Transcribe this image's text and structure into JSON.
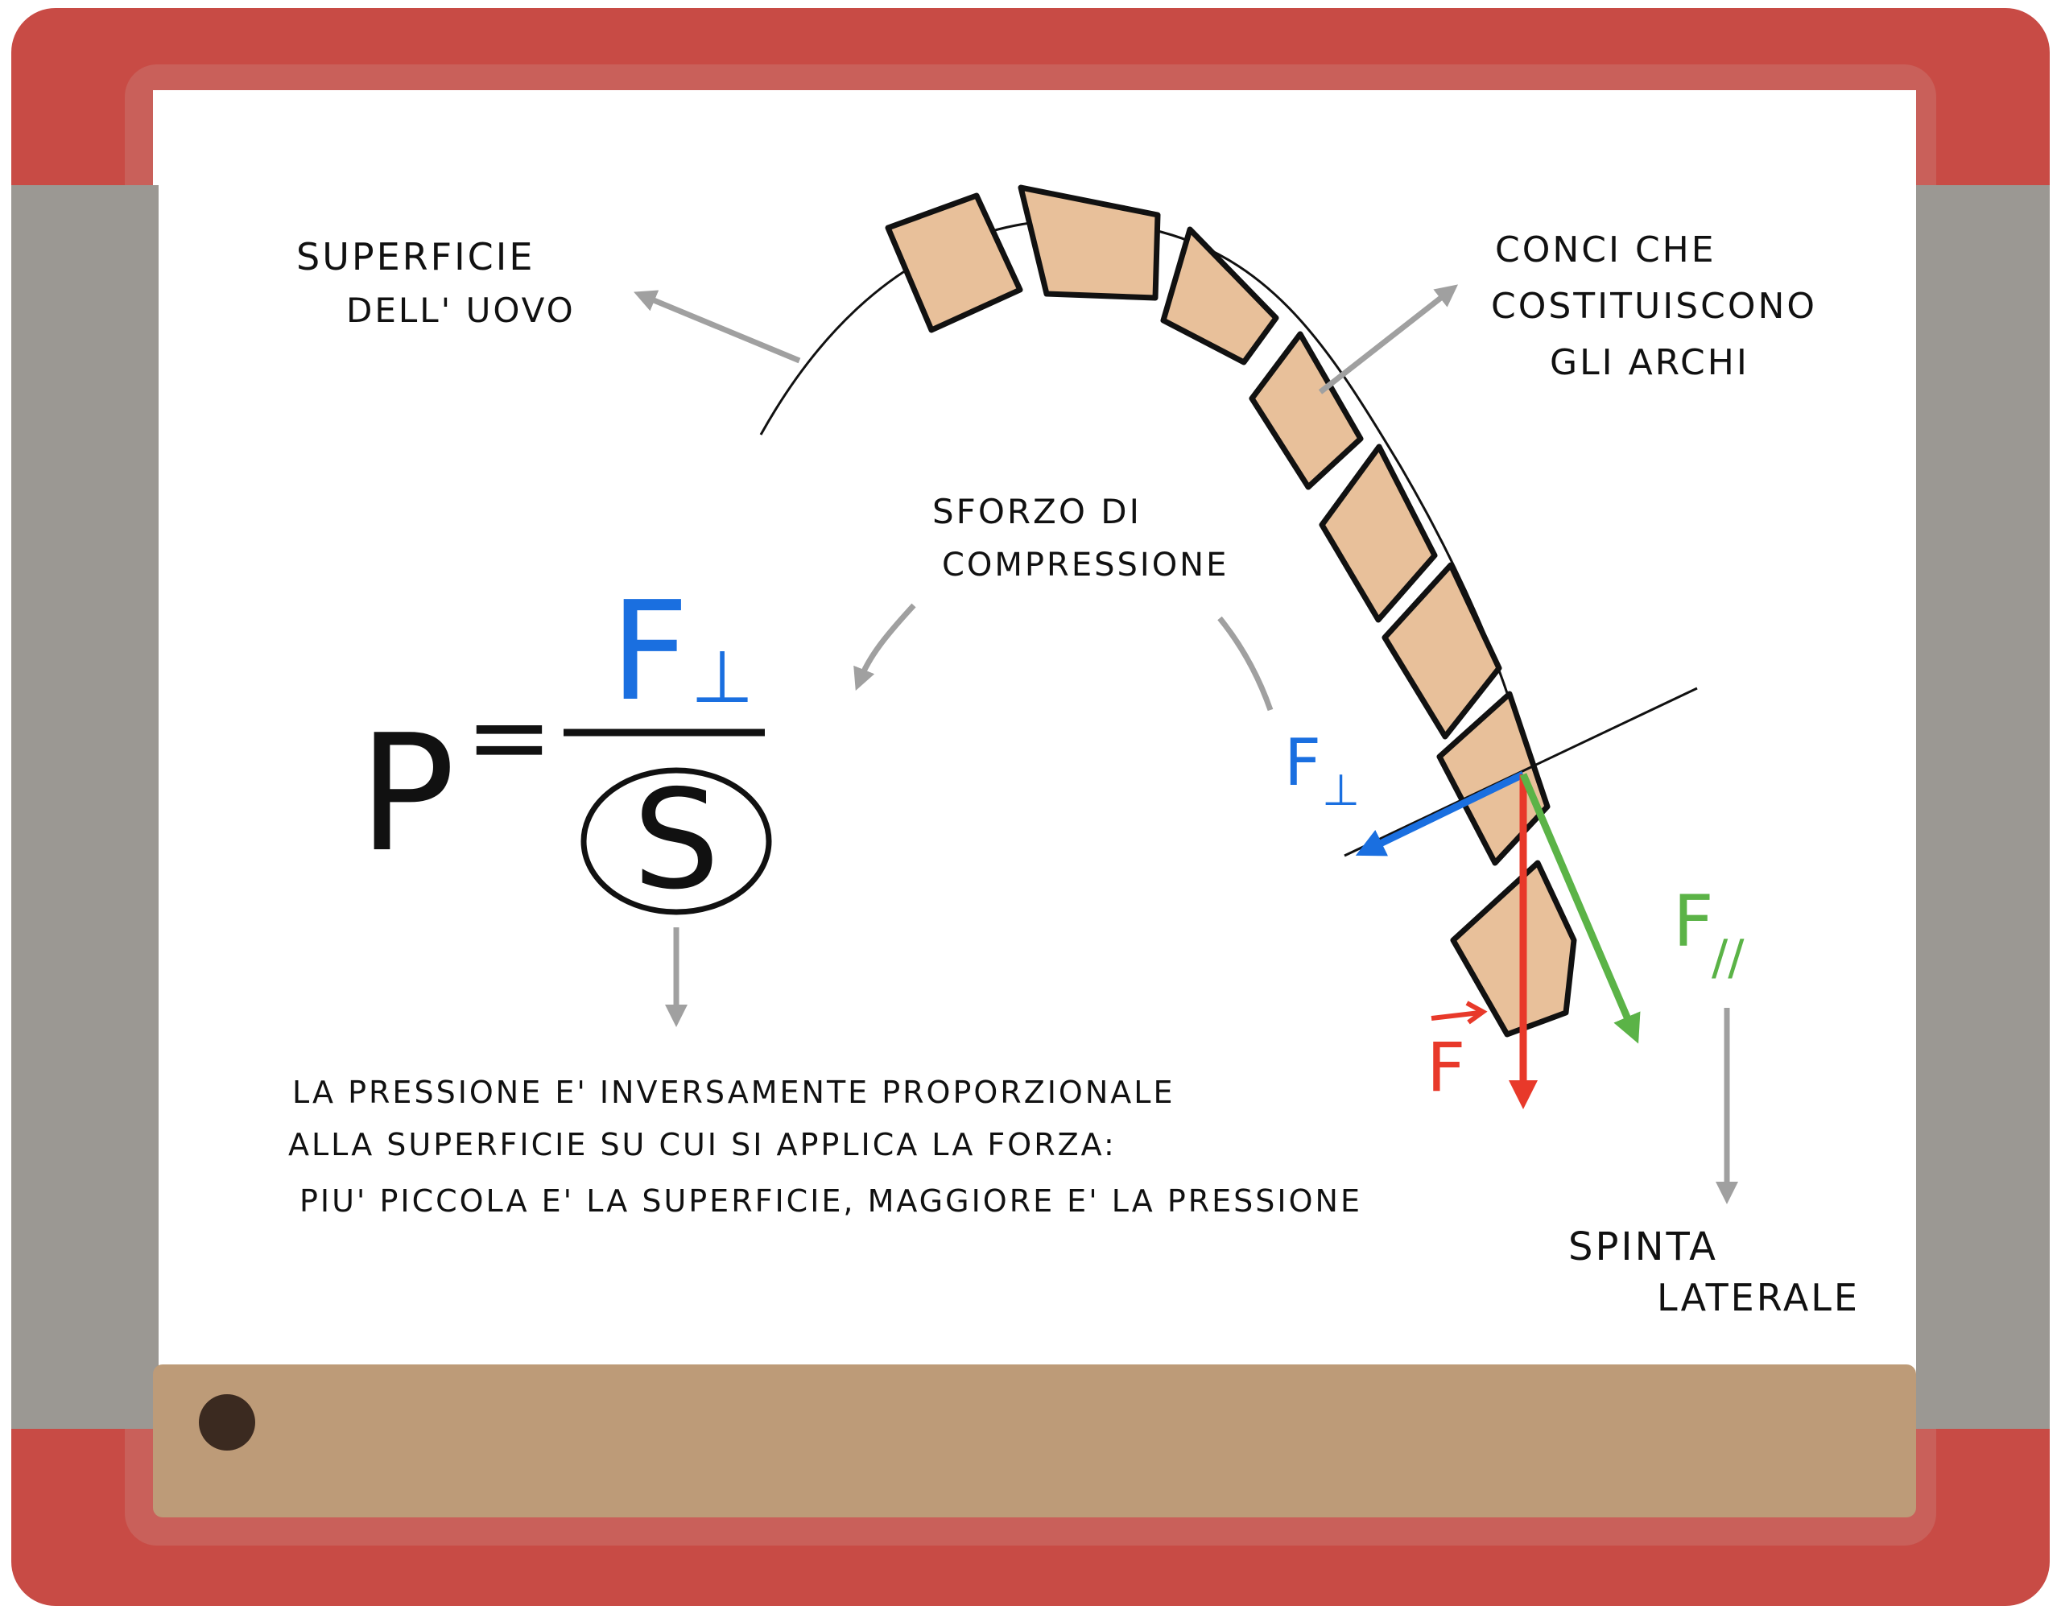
{
  "labels": {
    "egg_surface": [
      "SUPERFICIE",
      "DELL' UOVO"
    ],
    "voussoirs": [
      "CONCI CHE",
      "COSTITUISCONO",
      "GLI ARCHI"
    ],
    "compression": [
      "SFORZO DI",
      "COMPRESSIONE"
    ],
    "lateral_thrust": [
      "SPINTA",
      "LATERALE"
    ]
  },
  "formula": {
    "p": "P",
    "equals": "=",
    "numerator": "F",
    "numerator_sub": "⊥",
    "denominator": "S"
  },
  "forces": {
    "perp": {
      "label": "F",
      "sub": "⊥",
      "color": "#1a6fe0"
    },
    "parallel": {
      "label": "F",
      "sub": "//",
      "color": "#5bb347"
    },
    "total": {
      "label": "F",
      "color": "#e8392a"
    }
  },
  "statement": [
    "LA PRESSIONE E' INVERSAMENTE PROPORZIONALE",
    "ALLA SUPERFICIE SU CUI SI APPLICA LA FORZA:",
    "PIU' PICCOLA E' LA SUPERFICIE, MAGGIORE E' LA PRESSIONE"
  ],
  "colors": {
    "frame_red": "#c84b45",
    "board_bg": "#ffffff",
    "side_gray": "#9b9893",
    "tray": "#bd9b78",
    "brick": "#e8c09a",
    "annotation_arrow": "#a0a0a0"
  }
}
